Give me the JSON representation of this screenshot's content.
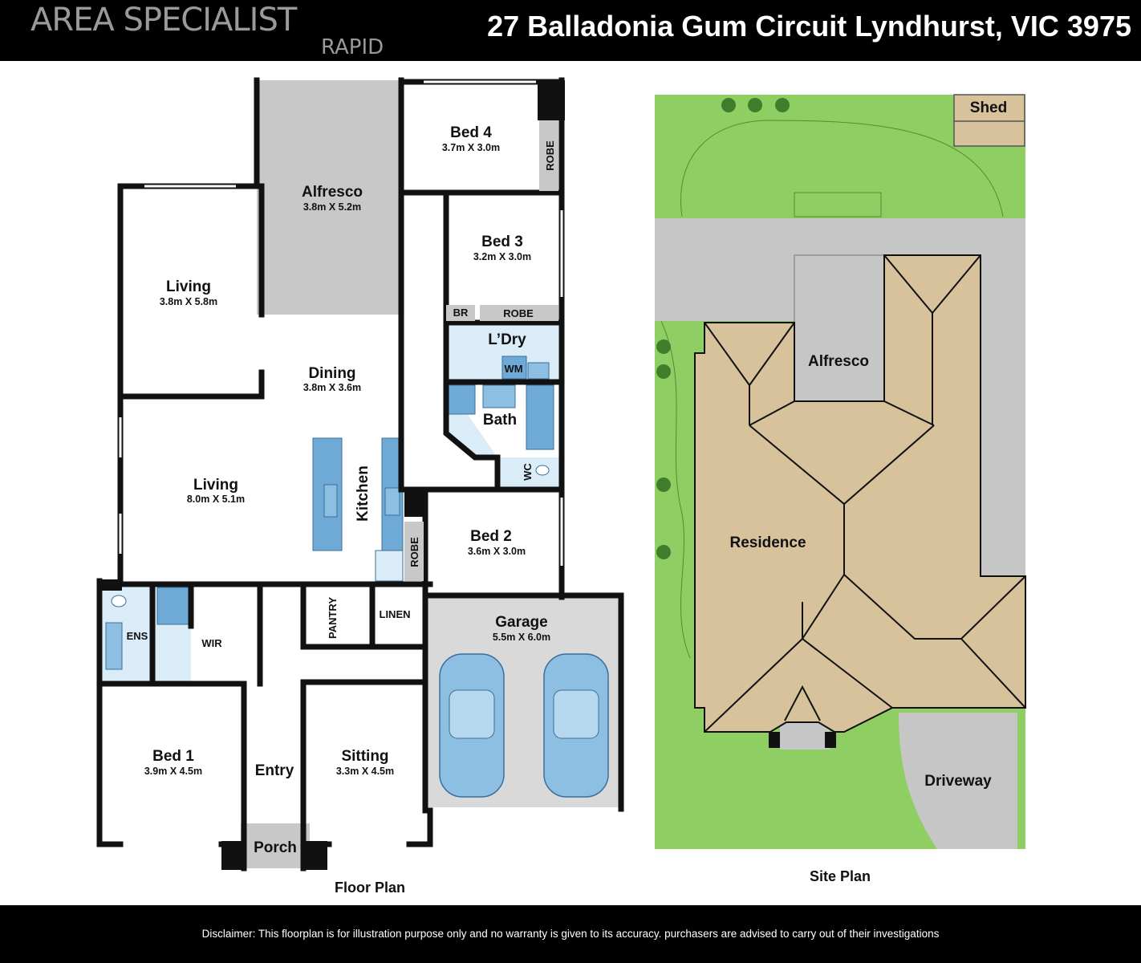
{
  "header": {
    "logo_main": "AREA SPECIALIST",
    "logo_sub": "RAPID",
    "address": "27 Balladonia Gum Circuit Lyndhurst, VIC 3975"
  },
  "floor_plan": {
    "caption": "Floor Plan",
    "rooms": {
      "alfresco": {
        "name": "Alfresco",
        "dims": "3.8m X 5.2m"
      },
      "bed4": {
        "name": "Bed 4",
        "dims": "3.7m X 3.0m"
      },
      "bed4_robe": {
        "name": "ROBE"
      },
      "bed3": {
        "name": "Bed 3",
        "dims": "3.2m X 3.0m"
      },
      "br": {
        "name": "BR"
      },
      "bed3_robe": {
        "name": "ROBE"
      },
      "laundry": {
        "name": "L’Dry"
      },
      "wm": {
        "name": "WM"
      },
      "bath": {
        "name": "Bath"
      },
      "wc": {
        "name": "WC"
      },
      "living_top": {
        "name": "Living",
        "dims": "3.8m X 5.8m"
      },
      "dining": {
        "name": "Dining",
        "dims": "3.8m X 3.6m"
      },
      "living_main": {
        "name": "Living",
        "dims": "8.0m X 5.1m"
      },
      "kitchen": {
        "name": "Kitchen"
      },
      "bed2_robe": {
        "name": "ROBE"
      },
      "bed2": {
        "name": "Bed 2",
        "dims": "3.6m X 3.0m"
      },
      "ens": {
        "name": "ENS"
      },
      "wir": {
        "name": "WIR"
      },
      "pantry": {
        "name": "PANTRY"
      },
      "linen": {
        "name": "LINEN"
      },
      "garage": {
        "name": "Garage",
        "dims": "5.5m X 6.0m"
      },
      "bed1": {
        "name": "Bed 1",
        "dims": "3.9m X 4.5m"
      },
      "entry": {
        "name": "Entry"
      },
      "sitting": {
        "name": "Sitting",
        "dims": "3.3m X 4.5m"
      },
      "porch": {
        "name": "Porch"
      }
    }
  },
  "site_plan": {
    "caption": "Site Plan",
    "labels": {
      "shed": "Shed",
      "alfresco": "Alfresco",
      "residence": "Residence",
      "driveway": "Driveway"
    }
  },
  "footer": {
    "disclaimer": "Disclaimer: This floorplan is for illustration purpose only and no warranty is given to its accuracy. purchasers are advised to carry out of their investigations"
  },
  "colors": {
    "wall": "#111111",
    "wet_area": "#d9ecf8",
    "fixture": "#6fa9d6",
    "outdoor": "#c8c8c8",
    "lawn": "#8fce63",
    "roof": "#d7c29c",
    "paving": "#c6c6c6"
  }
}
